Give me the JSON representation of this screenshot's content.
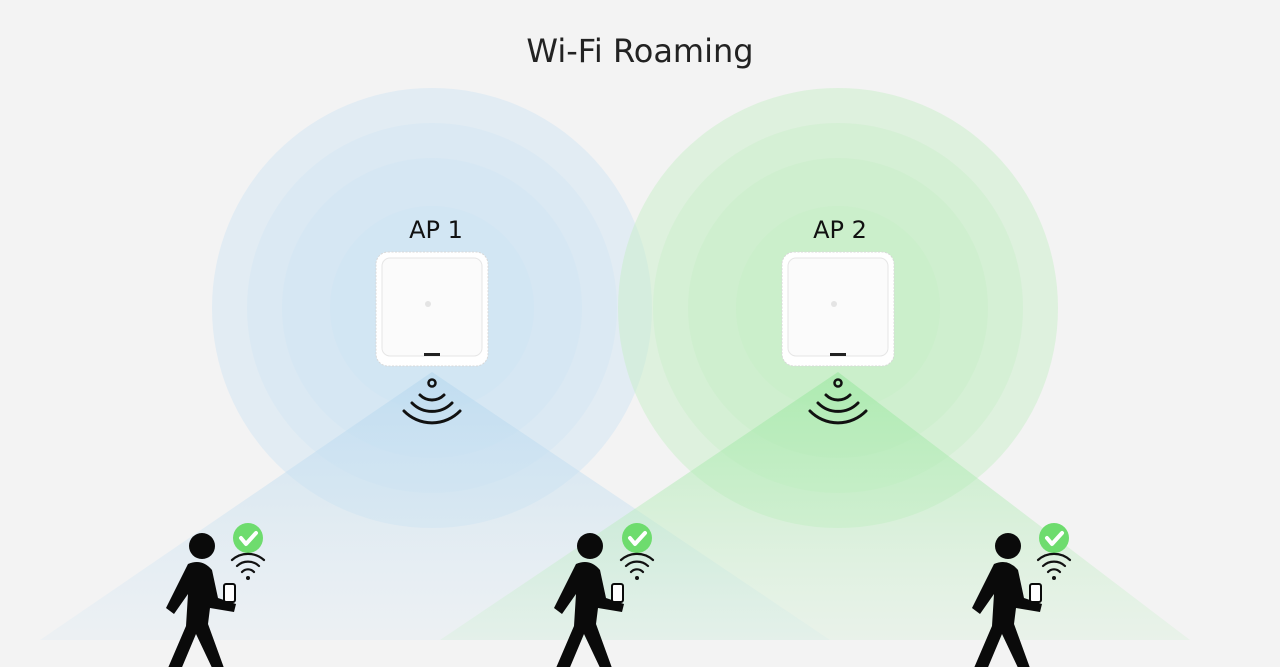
{
  "title": "Wi-Fi Roaming",
  "access_points": [
    {
      "label": "AP 1",
      "coverage_color": "#cfe4f3"
    },
    {
      "label": "AP 2",
      "coverage_color": "#c6efc6"
    }
  ],
  "clients": [
    {
      "icon": "walking-person-with-phone-icon",
      "status": "connected-check-icon"
    },
    {
      "icon": "walking-person-with-phone-icon",
      "status": "connected-check-icon"
    },
    {
      "icon": "walking-person-with-phone-icon",
      "status": "connected-check-icon"
    }
  ],
  "colors": {
    "check": "#6edc6e",
    "background": "#f3f3f3"
  }
}
